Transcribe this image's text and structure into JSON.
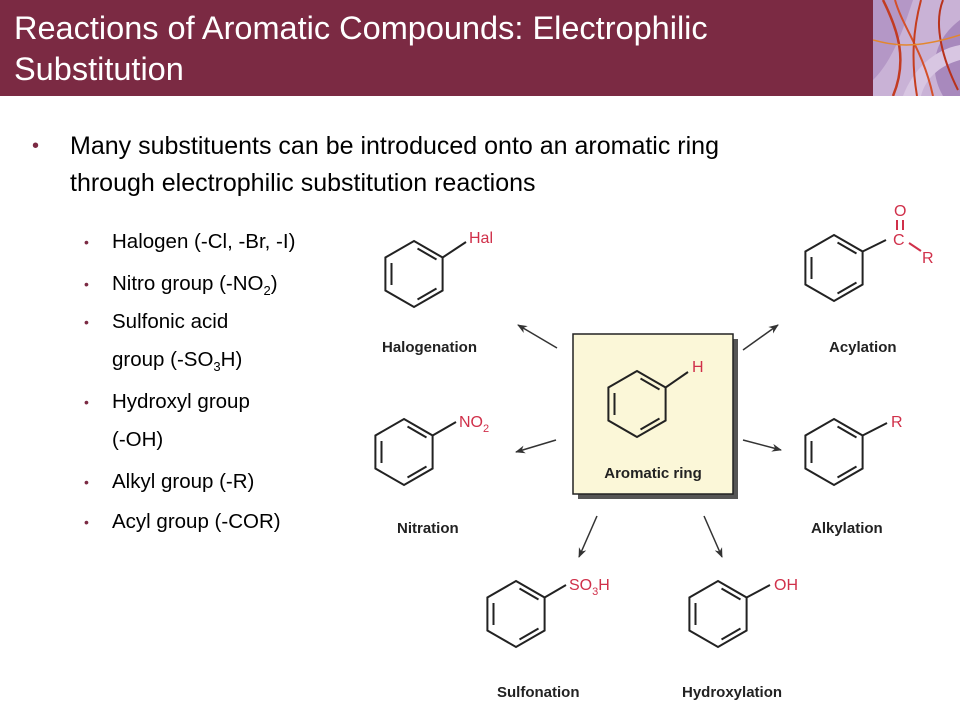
{
  "slide": {
    "title_line1": "Reactions of Aromatic Compounds: Electrophilic",
    "title_line2": "Substitution"
  },
  "main_bullet": {
    "line1": "Many substituents can be introduced onto an aromatic ring",
    "line2": "through electrophilic substitution reactions"
  },
  "sub_bullets": {
    "halogen": "Halogen (-Cl, -Br, -I)",
    "nitro_pre": "Nitro group (-NO",
    "nitro_sub": "2",
    "nitro_post": ")",
    "sulfonic_line1": "Sulfonic acid",
    "sulfonic_pre": "group (-SO",
    "sulfonic_sub": "3",
    "sulfonic_post": "H)",
    "hydroxyl_line1": "Hydroxyl group",
    "hydroxyl_line2": "(-OH)",
    "alkyl": "Alkyl group (-R)",
    "acyl": "Acyl group (-COR)"
  },
  "diagram": {
    "center_label": "Aromatic ring",
    "center_substituent": "H",
    "halogenation": {
      "label": "Halogenation",
      "substituent": "Hal"
    },
    "acylation": {
      "label": "Acylation",
      "o": "O",
      "c": "C",
      "r": "R"
    },
    "nitration": {
      "label": "Nitration",
      "substituent": "NO",
      "subscript": "2"
    },
    "alkylation": {
      "label": "Alkylation",
      "substituent": "R"
    },
    "sulfonation": {
      "label": "Sulfonation",
      "substituent": "SO",
      "sub": "3",
      "post": "H"
    },
    "hydroxylation": {
      "label": "Hydroxylation",
      "substituent": "OH"
    }
  },
  "colors": {
    "title_bar": "#7b2a43",
    "bullet": "#7b2a43",
    "substituent_red": "#d0304a",
    "center_box": "#fbf7d8"
  }
}
